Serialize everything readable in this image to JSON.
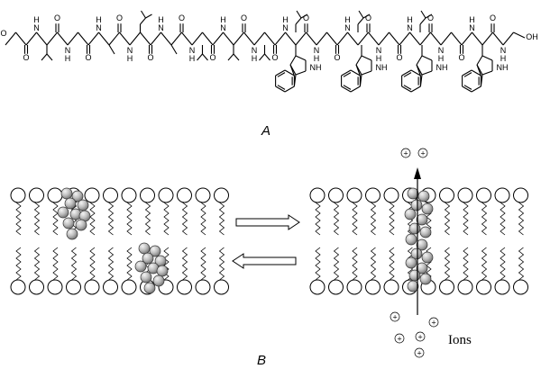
{
  "panel_a": {
    "label": "A",
    "atom_labels": {
      "formyl_oxygen": "O",
      "nh": "N",
      "h": "H",
      "oxygen": "O",
      "indole_nh": "NH",
      "terminal_oh": "OH"
    }
  },
  "panel_b": {
    "label": "B",
    "ions_label": "Ions",
    "ion_charge": "+"
  },
  "colors": {
    "lipid_head": "#ffffff",
    "helix_ball_light": "#f4f4f4",
    "helix_ball_dark": "#7a7a7a",
    "line": "#000000"
  },
  "icons": [
    "right-arrow-icon",
    "left-arrow-icon",
    "up-arrow-icon"
  ]
}
